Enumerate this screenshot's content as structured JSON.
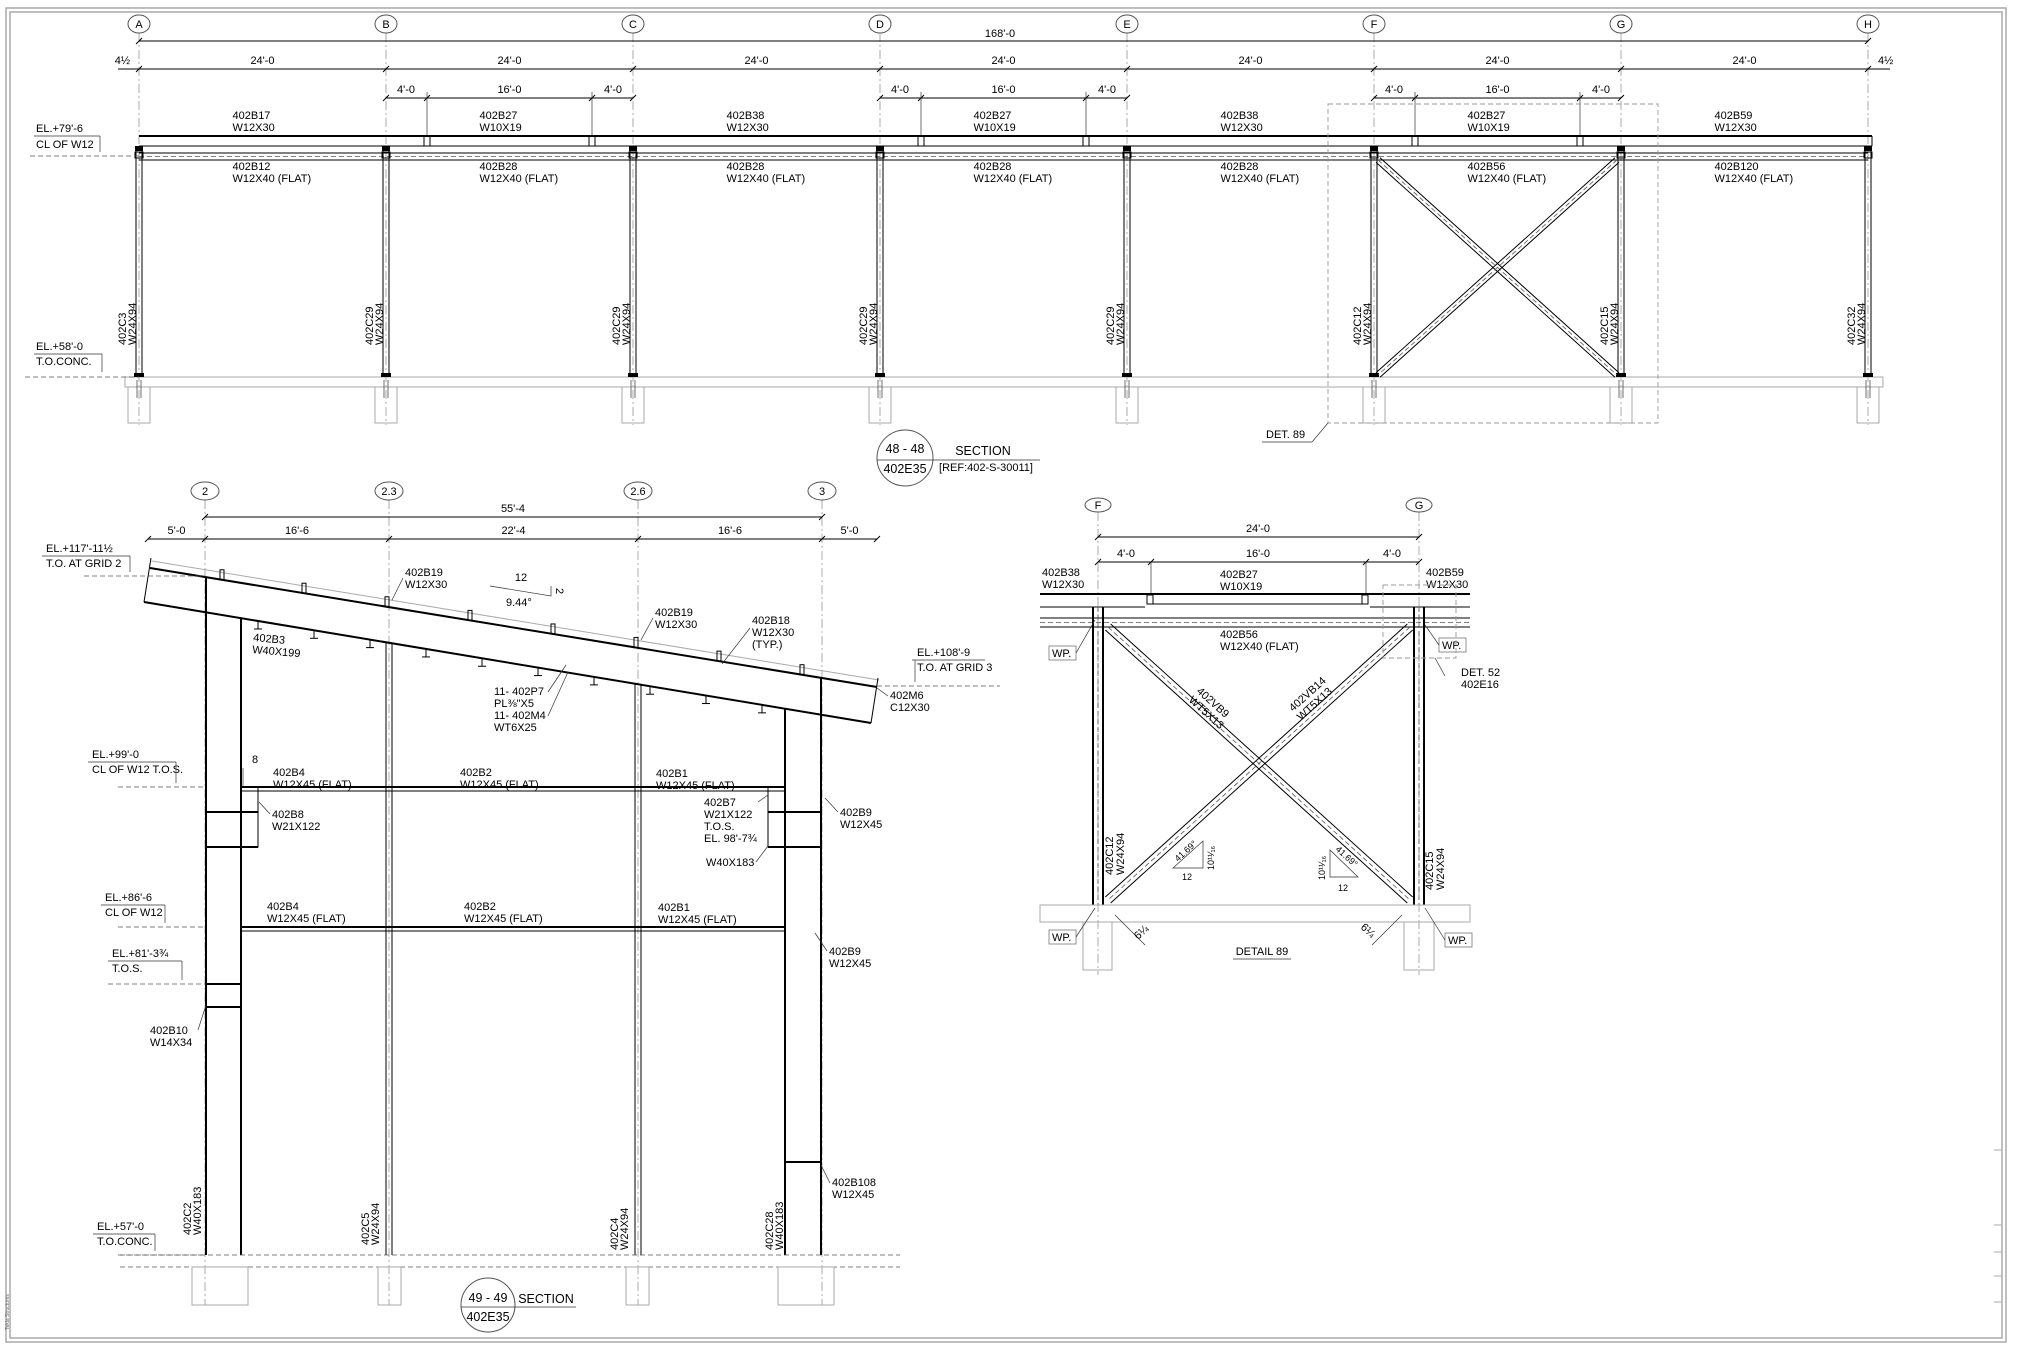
{
  "s48": {
    "grids": [
      "A",
      "B",
      "C",
      "D",
      "E",
      "F",
      "G",
      "H"
    ],
    "overall": "168'-0",
    "bay": "24'-0",
    "edge": "4½",
    "sub_end": "4'-0",
    "sub_mid": "16'-0",
    "top_beams": [
      {
        "mark": "402B17",
        "size": "W12X30"
      },
      {
        "mark": "402B27",
        "size": "W10X19"
      },
      {
        "mark": "402B38",
        "size": "W12X30"
      },
      {
        "mark": "402B27",
        "size": "W10X19"
      },
      {
        "mark": "402B38",
        "size": "W12X30"
      },
      {
        "mark": "402B27",
        "size": "W10X19"
      },
      {
        "mark": "402B59",
        "size": "W12X30"
      }
    ],
    "flat_beams": [
      {
        "mark": "402B12",
        "size": "W12X40 (FLAT)"
      },
      {
        "mark": "402B28",
        "size": "W12X40 (FLAT)"
      },
      {
        "mark": "402B28",
        "size": "W12X40 (FLAT)"
      },
      {
        "mark": "402B28",
        "size": "W12X40 (FLAT)"
      },
      {
        "mark": "402B28",
        "size": "W12X40 (FLAT)"
      },
      {
        "mark": "402B56",
        "size": "W12X40 (FLAT)"
      },
      {
        "mark": "402B120",
        "size": "W12X40 (FLAT)"
      }
    ],
    "columns": [
      {
        "mark": "402C3",
        "size": "W24X94"
      },
      {
        "mark": "402C29",
        "size": "W24X94"
      },
      {
        "mark": "402C29",
        "size": "W24X94"
      },
      {
        "mark": "402C29",
        "size": "W24X94"
      },
      {
        "mark": "402C29",
        "size": "W24X94"
      },
      {
        "mark": "402C12",
        "size": "W24X94"
      },
      {
        "mark": "402C15",
        "size": "W24X94"
      },
      {
        "mark": "402C32",
        "size": "W24X94"
      }
    ],
    "elev_top": {
      "el": "EL.+79'-6",
      "desc": "CL OF W12"
    },
    "elev_base": {
      "el": "EL.+58'-0",
      "desc": "T.O.CONC."
    },
    "det_ref": "DET. 89",
    "title": {
      "number": "48 - 48",
      "sheet": "402E35",
      "label": "SECTION",
      "ref": "[REF:402-S-30011]"
    }
  },
  "s49": {
    "grids": [
      "2",
      "2.3",
      "2.6",
      "3"
    ],
    "overall": "55'-4",
    "dims": [
      "5'-0",
      "16'-6",
      "22'-4",
      "16'-6",
      "5'-0"
    ],
    "elevations": [
      {
        "el": "EL.+117'-11½",
        "desc": "T.O. AT GRID 2"
      },
      {
        "el": "EL.+99'-0",
        "desc": "CL OF W12 T.O.S."
      },
      {
        "el": "EL.+86'-6",
        "desc": "CL OF W12"
      },
      {
        "el": "EL.+81'-3¾",
        "desc": "T.O.S."
      },
      {
        "el": "EL.+57'-0",
        "desc": "T.O.CONC."
      },
      {
        "el": "EL.+108'-9",
        "desc": "T.O. AT GRID 3"
      }
    ],
    "slope": {
      "run": "12",
      "rise": "2",
      "angle": "9.44°"
    },
    "b19a": [
      "402B19",
      "W12X30"
    ],
    "b19b": [
      "402B19",
      "W12X30"
    ],
    "b18": [
      "402B18",
      "W12X30",
      "(TYP.)"
    ],
    "b3": [
      "402B3",
      "W40X199"
    ],
    "plates": [
      "11- 402P7",
      "PL⅜\"X5",
      "11- 402M4",
      "WT6X25"
    ],
    "m6": [
      "402M6",
      "C12X30"
    ],
    "dim8": "8",
    "upper_b4": [
      "402B4",
      "W12X45 (FLAT)"
    ],
    "upper_b2": [
      "402B2",
      "W12X45 (FLAT)"
    ],
    "upper_b1": [
      "402B1",
      "W12X45 (FLAT)"
    ],
    "lower_b4": [
      "402B4",
      "W12X45 (FLAT)"
    ],
    "lower_b2": [
      "402B2",
      "W12X45 (FLAT)"
    ],
    "lower_b1": [
      "402B1",
      "W12X45 (FLAT)"
    ],
    "b8": [
      "402B8",
      "W21X122"
    ],
    "b7": [
      "402B7",
      "W21X122",
      "T.O.S.",
      "EL. 98'-7¾"
    ],
    "w40": "W40X183",
    "b9_upper": [
      "402B9",
      "W12X45"
    ],
    "b9_lower": [
      "402B9",
      "W12X45"
    ],
    "b10": [
      "402B10",
      "W14X34"
    ],
    "b108": [
      "402B108",
      "W12X45"
    ],
    "columns": [
      {
        "mark": "402C2",
        "size": "W40X183"
      },
      {
        "mark": "402C5",
        "size": "W24X94"
      },
      {
        "mark": "402C4",
        "size": "W24X94"
      },
      {
        "mark": "402C28",
        "size": "W40X183"
      }
    ],
    "title": {
      "number": "49 - 49",
      "sheet": "402E35",
      "label": "SECTION"
    }
  },
  "d89": {
    "grids": [
      "F",
      "G"
    ],
    "dims": [
      "24'-0",
      "4'-0",
      "16'-0",
      "4'-0"
    ],
    "b38": [
      "402B38",
      "W12X30"
    ],
    "b27": [
      "402B27",
      "W10X19"
    ],
    "b59": [
      "402B59",
      "W12X30"
    ],
    "b56": [
      "402B56",
      "W12X40 (FLAT)"
    ],
    "vb9": [
      "402VB9",
      "WT5X13"
    ],
    "vb14": [
      "402VB14",
      "WT5X13"
    ],
    "c12": {
      "mark": "402C12",
      "size": "W24X94"
    },
    "c15": {
      "mark": "402C15",
      "size": "W24X94"
    },
    "slope": {
      "angle": "41.69°",
      "rise": "10¹¹⁄₁₆",
      "run": "12"
    },
    "wp": "WP.",
    "det52": [
      "DET. 52",
      "402E16"
    ],
    "offset": "6¼",
    "title": "DETAIL 89"
  },
  "watermark": "Tekla Structures"
}
